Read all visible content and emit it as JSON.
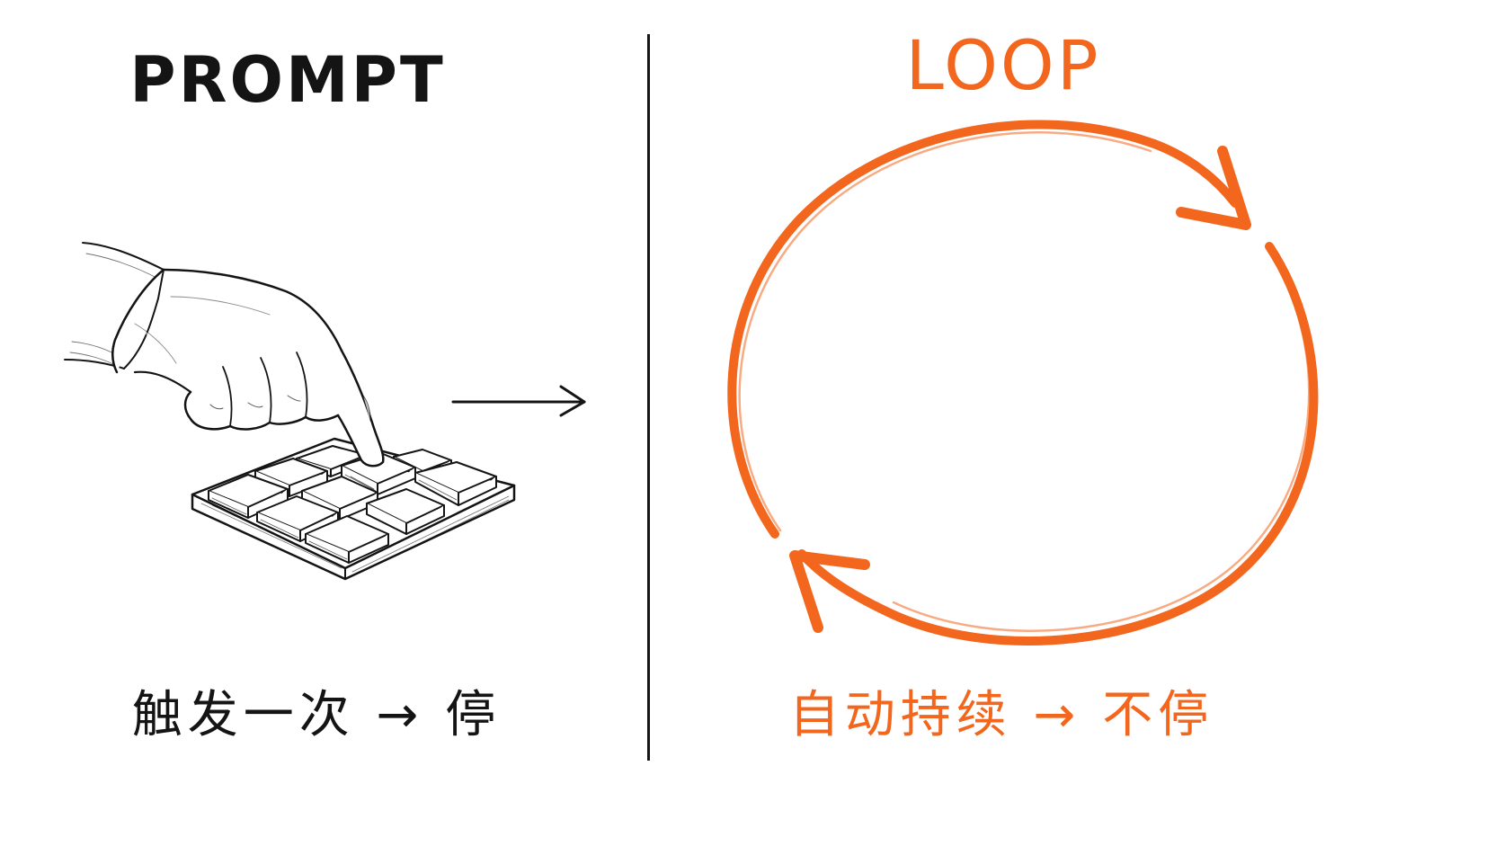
{
  "left_panel": {
    "title": "PROMPT",
    "caption": "触发一次 → 停",
    "ink_color": "#141414",
    "icons": [
      "hand-icon",
      "keypad-icon",
      "arrow-right-icon"
    ]
  },
  "right_panel": {
    "title": "LOOP",
    "caption": "自动持续 → 不停",
    "accent_color": "#f2661d",
    "icons": [
      "circular-arrows-icon"
    ]
  }
}
